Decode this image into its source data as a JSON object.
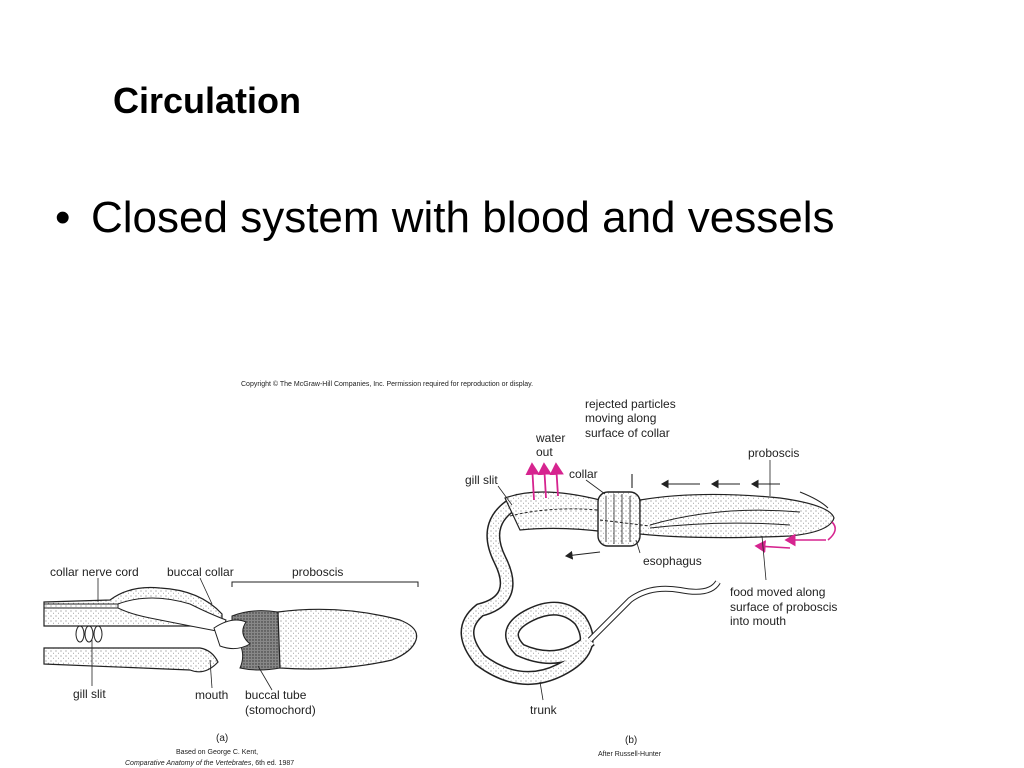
{
  "slide": {
    "title": "Circulation",
    "bullet": "Closed system with blood and vessels"
  },
  "figure": {
    "copyright": "Copyright © The McGraw-Hill Companies, Inc. Permission required for reproduction or display.",
    "panel_a": {
      "label": "(a)",
      "collar_nerve_cord": "collar nerve cord",
      "buccal_collar": "buccal collar",
      "proboscis": "proboscis",
      "gill_slit": "gill slit",
      "mouth": "mouth",
      "buccal_tube_1": "buccal tube",
      "buccal_tube_2": "(stomochord)",
      "credit_1": "Based on George C. Kent,",
      "credit_2_italic": "Comparative Anatomy of the Vertebrates",
      "credit_2_rest": ", 6th ed. 1987"
    },
    "panel_b": {
      "label": "(b)",
      "water_1": "water",
      "water_2": "out",
      "rejected_1": "rejected particles",
      "rejected_2": "moving along",
      "rejected_3": "surface of collar",
      "collar": "collar",
      "gill_slit": "gill slit",
      "proboscis": "proboscis",
      "esophagus": "esophagus",
      "food_1": "food moved along",
      "food_2": "surface of proboscis",
      "food_3": "into mouth",
      "trunk": "trunk",
      "credit": "After Russell-Hunter"
    },
    "colors": {
      "arrow_magenta": "#d6248f",
      "outline": "#222222"
    }
  }
}
